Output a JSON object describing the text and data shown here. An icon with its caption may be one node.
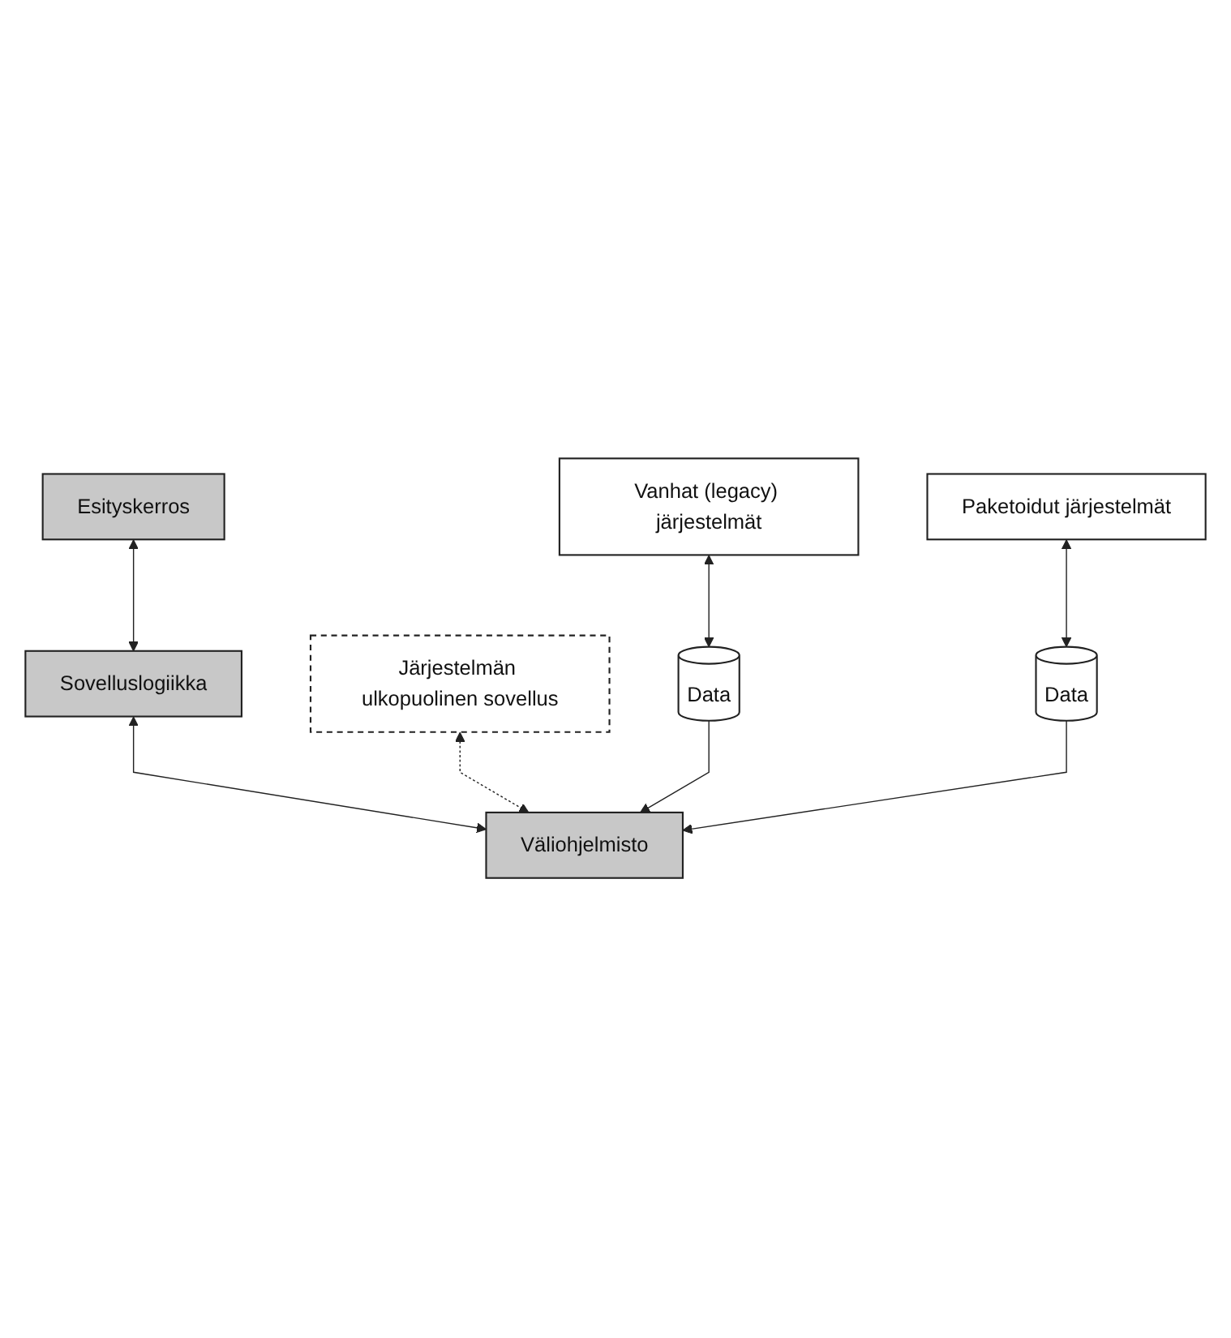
{
  "diagram": {
    "nodes": [
      {
        "text": [
          "Esityskerros"
        ]
      },
      {
        "text": [
          "Järjestelmän ulkopuolinen sovellus"
        ]
      },
      {
        "text": [
          "Sovelluslogiikka"
        ]
      },
      {
        "text": [
          "Väliohjelmisto"
        ]
      },
      {
        "text": [
          "Vanhat (legacy) järjestelmät"
        ]
      },
      {
        "text": [
          "Paketoidut järjestelmät"
        ]
      },
      {
        "text": [
          "Data"
        ]
      },
      {
        "text": [
          "Data"
        ]
      }
    ],
    "edges": [
      {
        "from": 0,
        "to": 2,
        "arrow": "both"
      },
      {
        "from": 2,
        "to": 3,
        "arrow": "both"
      },
      {
        "from": 1,
        "to": 3,
        "arrow": "both",
        "style": "dashed"
      },
      {
        "from": 4,
        "to": 6,
        "arrow": "both"
      },
      {
        "from": 5,
        "to": 7,
        "arrow": "both"
      },
      {
        "from": 6,
        "to": 3,
        "arrow": "to"
      },
      {
        "from": 7,
        "to": 3,
        "arrow": "to"
      }
    ]
  }
}
